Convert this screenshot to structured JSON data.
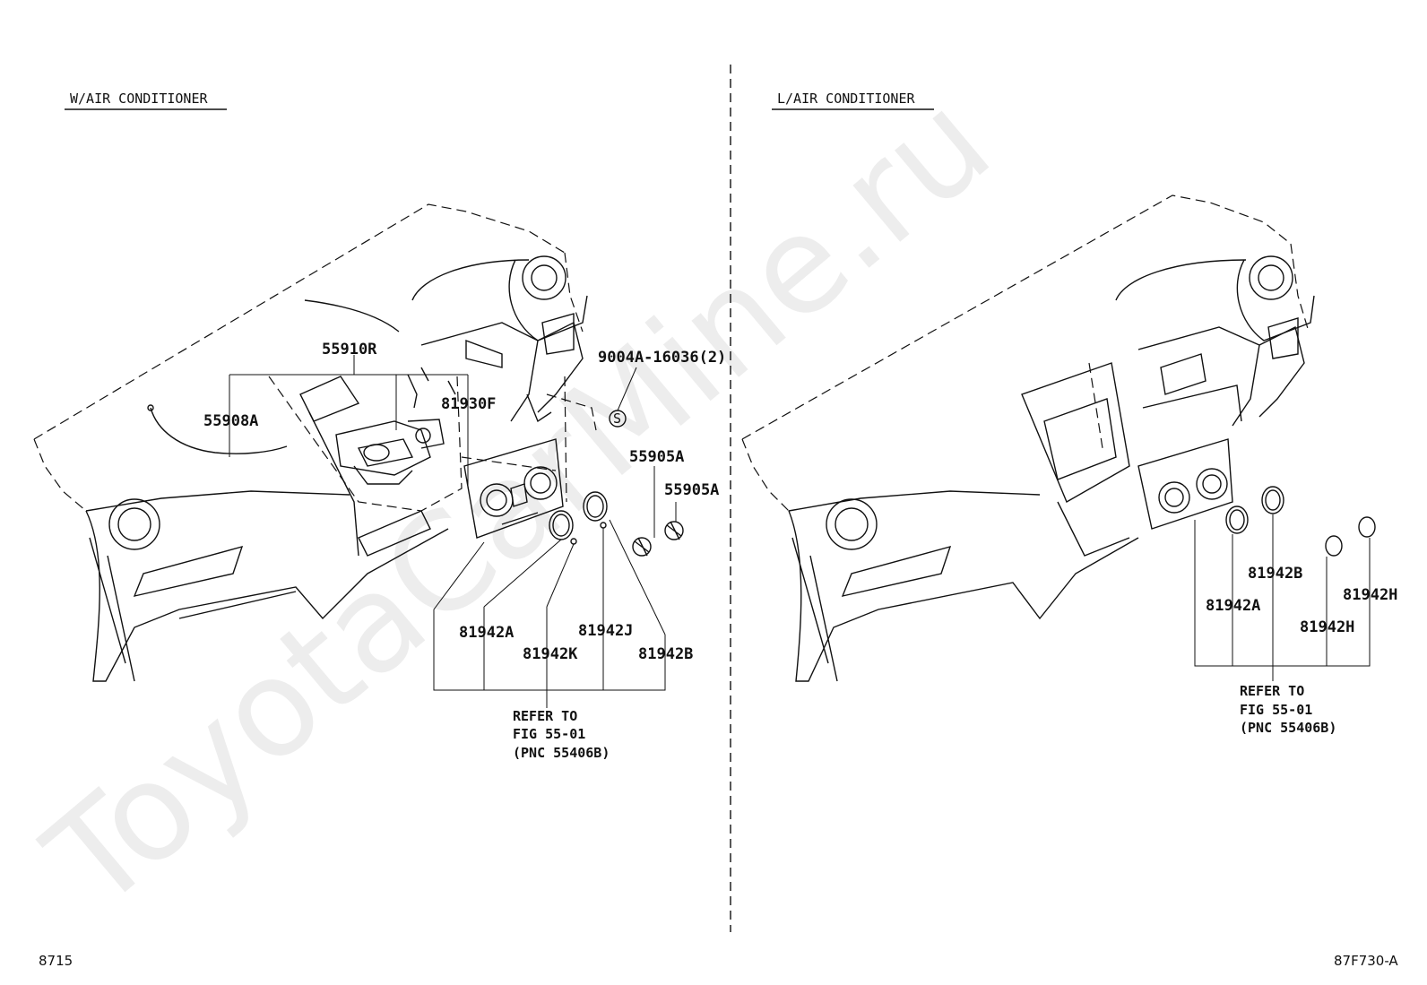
{
  "sections": {
    "left_title": "W/AIR CONDITIONER",
    "right_title": "L/AIR CONDITIONER"
  },
  "left_labels": {
    "p55910R": "55910R",
    "p55908A": "55908A",
    "p81930F": "81930F",
    "p9004A": "9004A-16036(2)",
    "p55905A_1": "55905A",
    "p55905A_2": "55905A",
    "p81942A": "81942A",
    "p81942K": "81942K",
    "p81942J": "81942J",
    "p81942B": "81942B",
    "screw_symbol": "S"
  },
  "left_refer": {
    "line1": "REFER TO",
    "line2": "FIG 55-01",
    "line3": "(PNC 55406B)"
  },
  "right_labels": {
    "p81942B": "81942B",
    "p81942A": "81942A",
    "p81942H_1": "81942H",
    "p81942H_2": "81942H"
  },
  "right_refer": {
    "line1": "REFER TO",
    "line2": "FIG 55-01",
    "line3": "(PNC 55406B)"
  },
  "footer": {
    "left_code": "8715",
    "right_code": "87F730-A"
  },
  "watermark": "ToyotaCarMine.ru"
}
